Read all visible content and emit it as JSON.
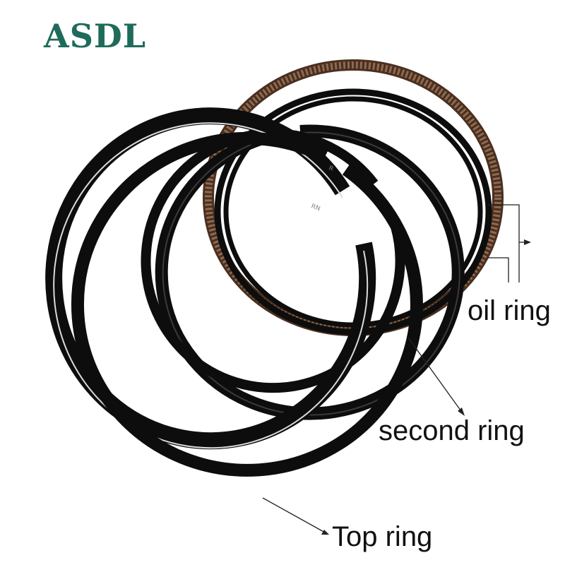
{
  "brand": {
    "text": "ASDL",
    "color": "#1f6b5b"
  },
  "ring_marks": {
    "top_ring": "RN",
    "second_ring": "R"
  },
  "labels": {
    "oil": "oil ring",
    "second": "second ring",
    "top": "Top ring"
  },
  "colors": {
    "ring_black": "#0d0d0d",
    "oil_rail_brown": "#6b4a35",
    "callout_line": "#222222"
  }
}
